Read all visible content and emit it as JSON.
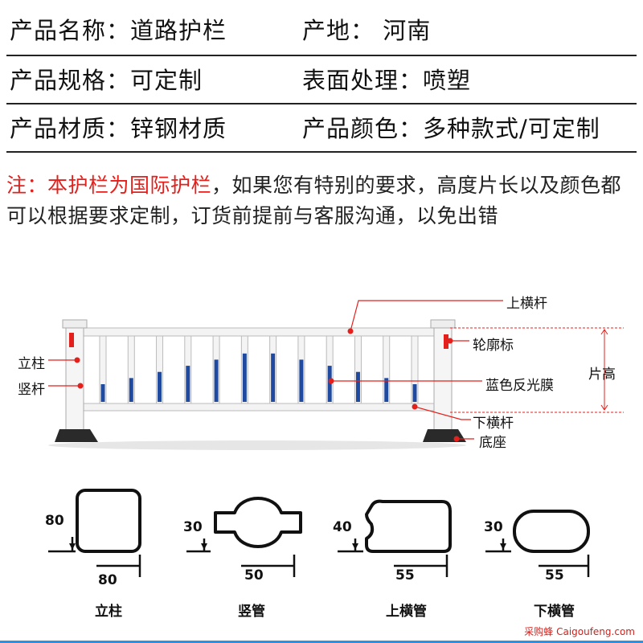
{
  "specs": [
    {
      "left": "产品名称：道路护栏",
      "right": "产地：  河南"
    },
    {
      "left": "产品规格：可定制",
      "right": "表面处理：喷塑"
    },
    {
      "left": "产品材质：锌钢材质",
      "right": "产品颜色：多种款式/可定制"
    }
  ],
  "note": {
    "red": "注：本护栏为国际护栏",
    "rest": "，如果您有特别的要求，高度片长以及颜色都可以根据要求定制，订货前提前与客服沟通，以免出错"
  },
  "diagram": {
    "callouts": {
      "top_rail": "上横杆",
      "reflector": "轮廓标",
      "post": "立柱",
      "bar": "竖杆",
      "height": "片高",
      "blue_film": "蓝色反光膜",
      "bottom_rail": "下横杆",
      "base": "底座"
    },
    "colors": {
      "accent": "#e4201c",
      "blue": "#1f4aa0",
      "frame": "#f2f2f2",
      "base": "#2a2a2a"
    }
  },
  "profiles": [
    {
      "name": "立柱",
      "height": "80",
      "width": "80"
    },
    {
      "name": "竖管",
      "height": "30",
      "width": "50"
    },
    {
      "name": "上横管",
      "height": "40",
      "width": "55"
    },
    {
      "name": "下横管",
      "height": "30",
      "width": "55"
    }
  ],
  "watermark": "采购蜂 Caigoufeng.com"
}
